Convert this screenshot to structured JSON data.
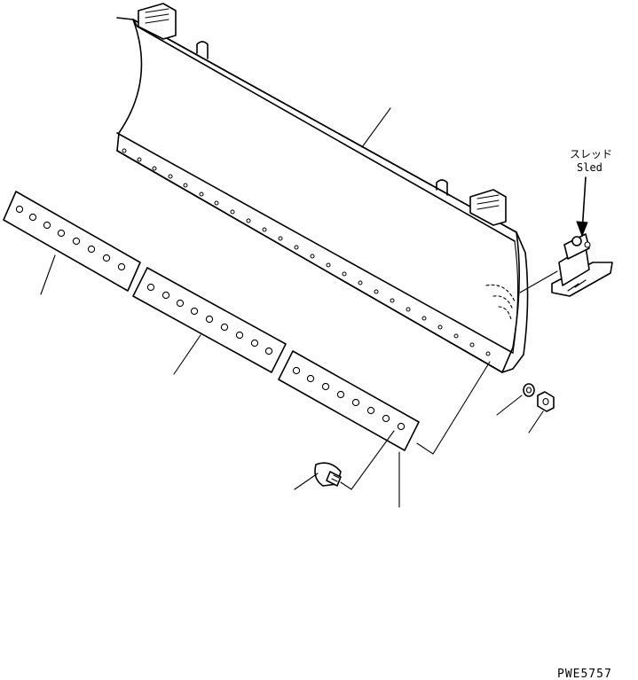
{
  "labels": {
    "sled_jp": "スレッド",
    "sled_en": "Sled",
    "drawing_code": "PWE5757"
  },
  "icons": {
    "blade": "dozer-blade-icon",
    "sled": "sled-icon",
    "bolt": "bolt-icon",
    "washer": "washer-icon",
    "nut": "nut-icon"
  }
}
